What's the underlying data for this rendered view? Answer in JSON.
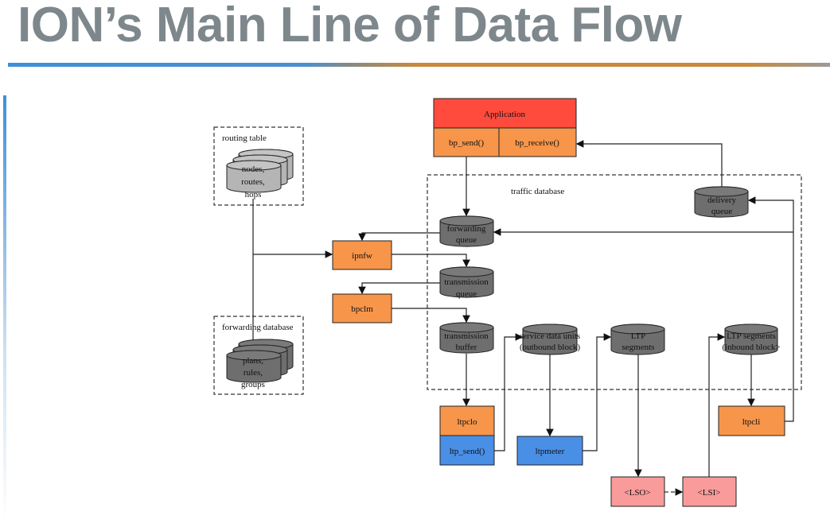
{
  "slide": {
    "title": "ION’s Main Line of Data Flow"
  },
  "colors": {
    "application": "#ff4b3e",
    "process": "#f7954a",
    "ltp_api": "#4a8fe6",
    "link_service": "#f99b9b",
    "store_dark": "#6e6e6e",
    "store_light": "#b5b5b5"
  },
  "groups": {
    "routing_table": "routing table",
    "forwarding_database": "forwarding database",
    "traffic_database": "traffic database"
  },
  "processes": {
    "application": "Application",
    "bp_send": "bp_send()",
    "bp_receive": "bp_receive()",
    "ipnfw": "ipnfw",
    "bpclm": "bpclm",
    "ltpclo": "ltpclo",
    "ltp_send": "ltp_send()",
    "ltpmeter": "ltpmeter",
    "ltpcli": "ltpcli",
    "lso": "<LSO>",
    "lsi": "<LSI>"
  },
  "stores": {
    "routing": [
      "nodes,",
      "routes,",
      "hops"
    ],
    "forwarding": [
      "plans,",
      "rules,",
      "groups"
    ],
    "forwarding_queue": [
      "forwarding",
      "queue"
    ],
    "transmission_queue": [
      "transmission",
      "queue"
    ],
    "transmission_buffer": [
      "transmission",
      "buffer"
    ],
    "service_data_units": [
      "service data units",
      "(outbound block)"
    ],
    "ltp_segments_out": [
      "LTP",
      "segments"
    ],
    "ltp_segments_in": [
      "LTP segments",
      "(inbound block>"
    ],
    "delivery_queue": [
      "delivery",
      "queue"
    ]
  }
}
